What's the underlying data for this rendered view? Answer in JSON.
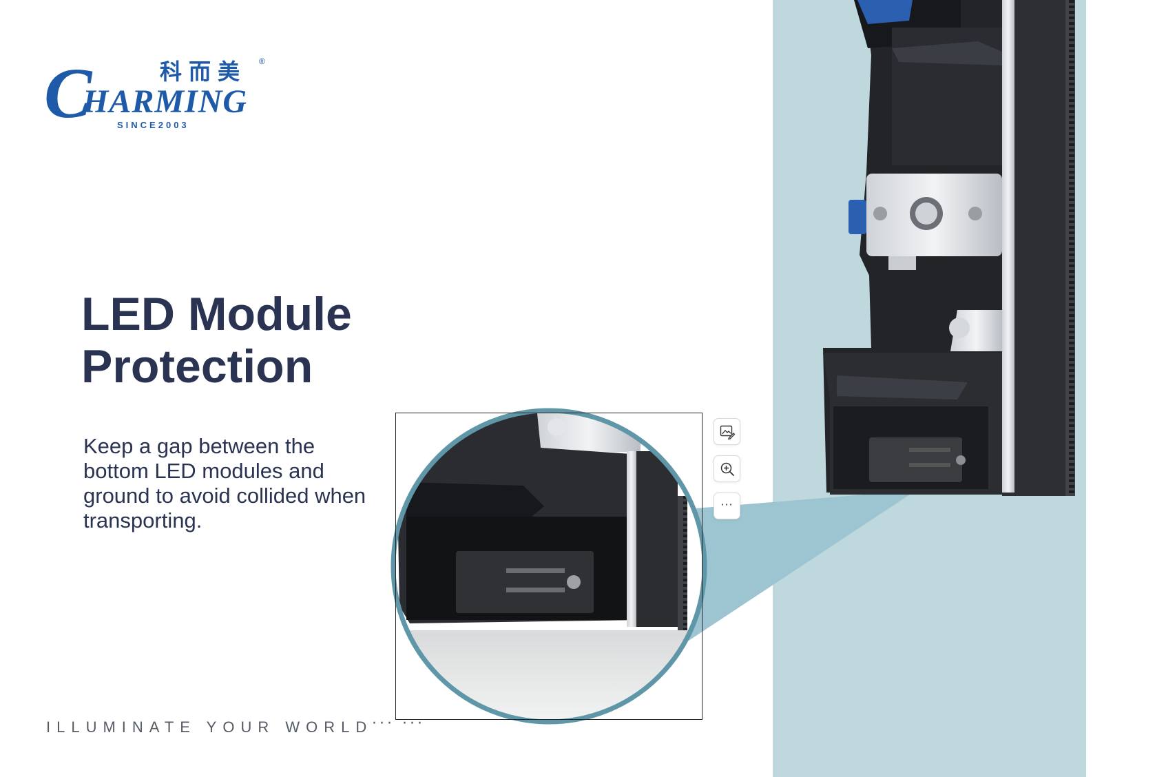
{
  "brand": {
    "logo_initial": "C",
    "logo_word": "HARMING",
    "logo_chinese": "科而美",
    "registered_mark": "®",
    "since": "SINCE2003",
    "color": "#1e5aa8"
  },
  "main": {
    "title": "LED Module Protection",
    "description": "Keep a gap between the bottom LED modules and ground to avoid collided when transporting."
  },
  "footer": {
    "tagline": "ILLUMINATE YOUR WORLD",
    "dots": "··· ···"
  },
  "floating_toolbar": {
    "buttons": [
      {
        "icon": "edit-image-icon"
      },
      {
        "icon": "zoom-in-icon"
      },
      {
        "icon": "more-options-icon",
        "label": "···"
      }
    ]
  },
  "colors": {
    "panel_background": "#bfd8de",
    "zoom_circle_border": "#5f97a8",
    "callout_fill": "#9cc5d1",
    "title_text": "#2a3352"
  }
}
